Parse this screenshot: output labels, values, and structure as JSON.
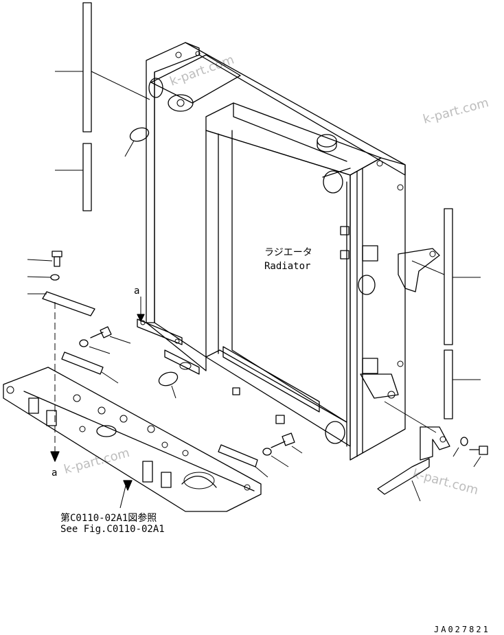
{
  "radiator_label_jp": "ラジエータ",
  "radiator_label_en": "Radiator",
  "reference_label_jp": "第C0110-02A1図参照",
  "reference_label_en": "See Fig.C0110-02A1",
  "marker_top": "a",
  "marker_bottom": "a",
  "drawing_code": "JA027821",
  "watermarks": [
    "k-part.com",
    "k-part.com",
    "k-part.com",
    "k-part.com"
  ]
}
